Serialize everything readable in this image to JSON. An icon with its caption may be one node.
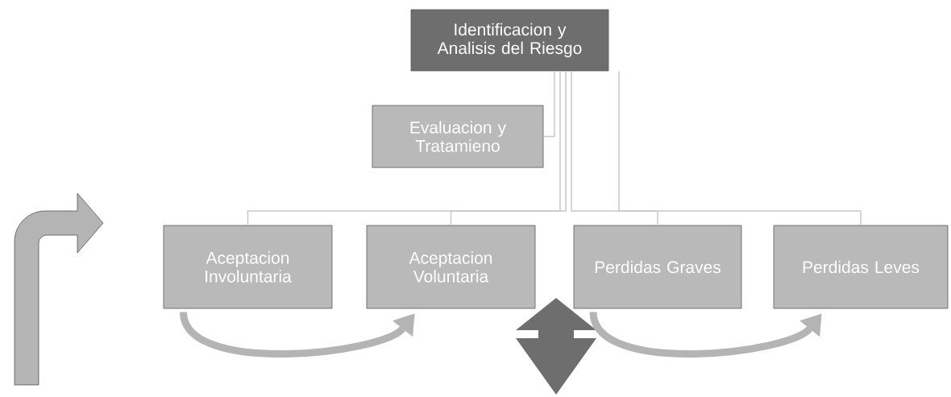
{
  "diagram": {
    "nodes": [
      {
        "text": [
          "Identificacion y Analisis del Riesgo"
        ]
      },
      {
        "text": [
          "Evaluacion y Tratamieno"
        ]
      },
      {
        "text": [
          "Aceptacion Involuntaria"
        ]
      },
      {
        "text": [
          "Aceptacion Voluntaria"
        ]
      },
      {
        "text": [
          "Perdidas Graves"
        ]
      },
      {
        "text": [
          "Perdidas Leves"
        ]
      }
    ],
    "edges": [
      {
        "from": 0,
        "to": 1,
        "arrow": "none"
      },
      {
        "from": 0,
        "to": 2,
        "arrow": "none"
      },
      {
        "from": 0,
        "to": 3,
        "arrow": "none"
      },
      {
        "from": 0,
        "to": 4,
        "arrow": "none"
      },
      {
        "from": 0,
        "to": 5,
        "arrow": "none"
      },
      {
        "from": 2,
        "to": 3,
        "arrow": "to",
        "style": "thick"
      },
      {
        "from": 4,
        "to": 5,
        "arrow": "to",
        "style": "thick"
      }
    ]
  }
}
